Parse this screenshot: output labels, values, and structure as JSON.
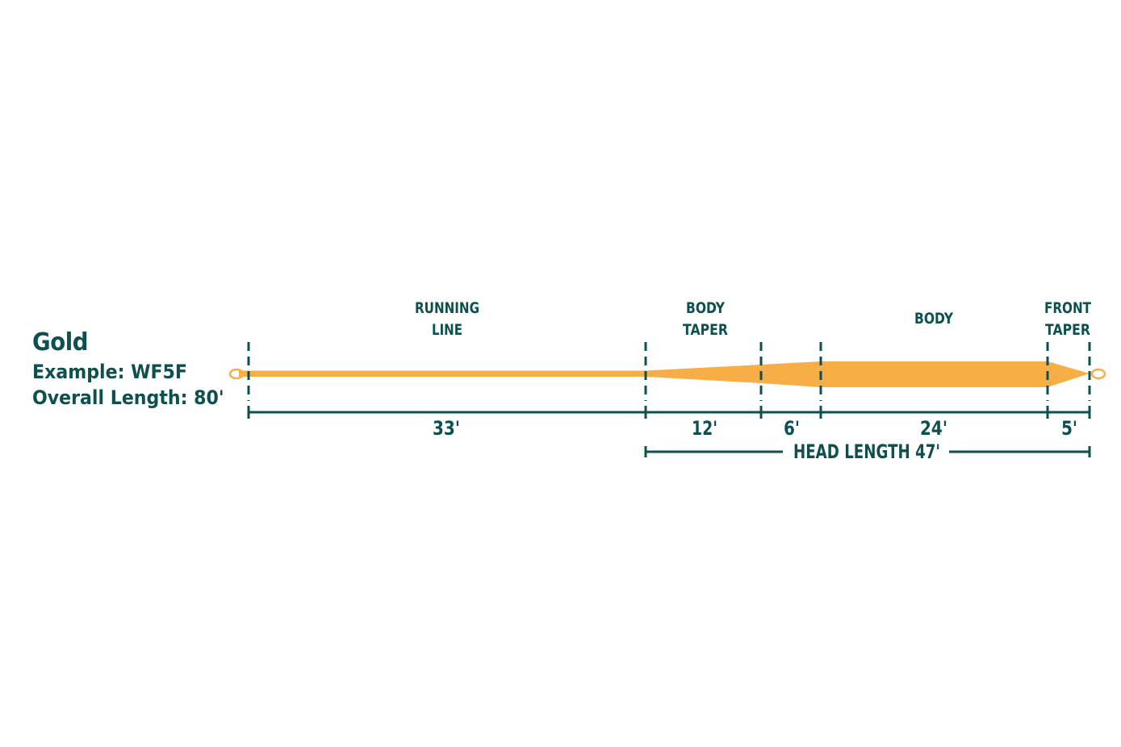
{
  "line_name": "Gold",
  "example_label": "Example: WF5F",
  "overall_length_label": "Overall Length: 80'",
  "sections": [
    {
      "label_lines": [
        "RUNNING",
        "LINE"
      ],
      "length": "33'"
    },
    {
      "label_lines": [
        "BODY",
        "TAPER"
      ],
      "length": "12'"
    },
    {
      "label_lines": [],
      "length": "6'"
    },
    {
      "label_lines": [
        "BODY"
      ],
      "length": "24'"
    },
    {
      "label_lines": [
        "FRONT",
        "TAPER"
      ],
      "length": "5'"
    }
  ],
  "head_length_label": "HEAD LENGTH 47'",
  "colors": {
    "line_fill": "#f8ae47",
    "ink": "#0e4f4f"
  }
}
